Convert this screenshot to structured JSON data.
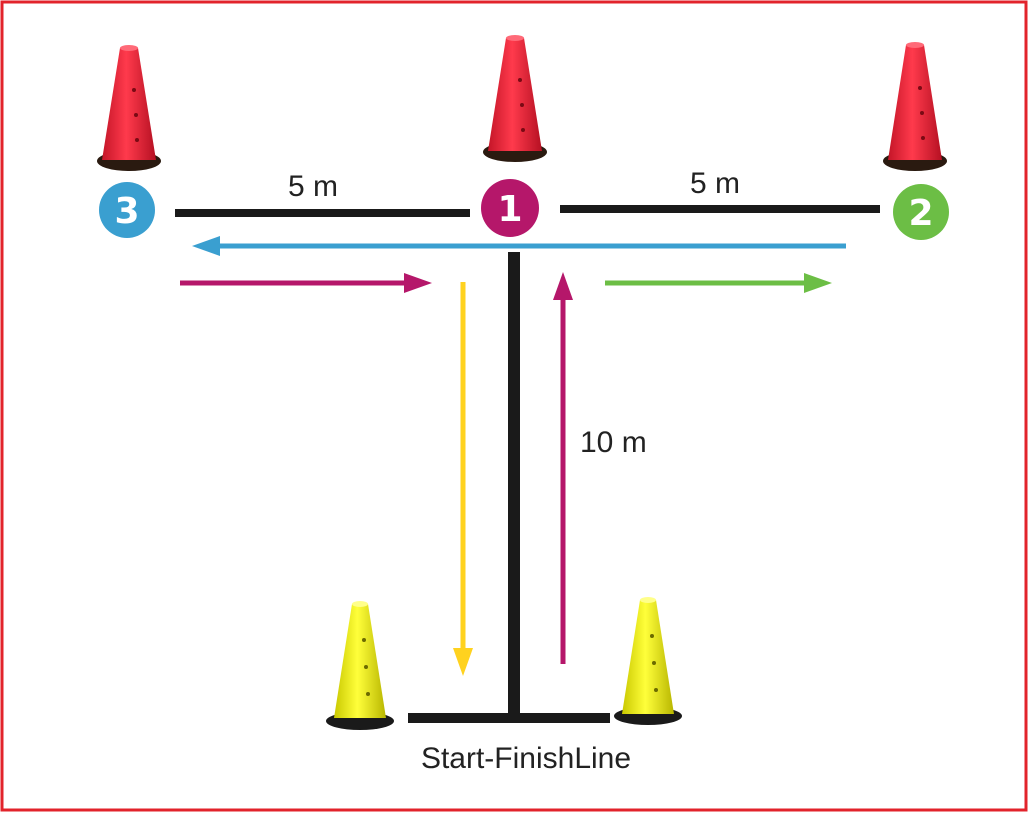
{
  "diagram": {
    "distance_left": "5 m",
    "distance_right": "5 m",
    "distance_vertical": "10 m",
    "start_finish_label": "Start-FinishLine",
    "markers": [
      {
        "id": "marker-1",
        "label": "1",
        "color": "#b5176a"
      },
      {
        "id": "marker-2",
        "label": "2",
        "color": "#6cbe45"
      },
      {
        "id": "marker-3",
        "label": "3",
        "color": "#3a9fd0"
      }
    ],
    "arrows": [
      {
        "name": "arrow-blue",
        "color": "#3a9fd0"
      },
      {
        "name": "arrow-magenta-left",
        "color": "#b5176a"
      },
      {
        "name": "arrow-magenta-up",
        "color": "#b5176a"
      },
      {
        "name": "arrow-green",
        "color": "#6cbe45"
      },
      {
        "name": "arrow-yellow",
        "color": "#ffd21f"
      }
    ],
    "colors": {
      "frame": "#e2232b",
      "line": "#1a1a1a",
      "cone_red": "#e8283a",
      "cone_yellow": "#ecea1a"
    }
  }
}
